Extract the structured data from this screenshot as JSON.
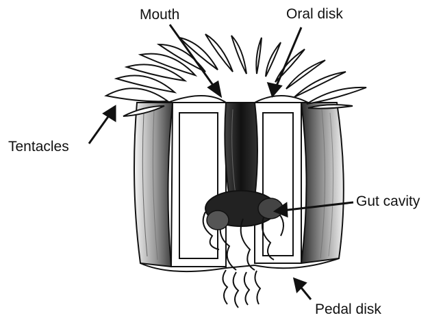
{
  "labels": {
    "mouth": "Mouth",
    "oral_disk": "Oral disk",
    "tentacles": "Tentacles",
    "gut_cavity": "Gut cavity",
    "pedal_disk": "Pedal disk"
  },
  "colors": {
    "ink": "#111111",
    "background": "#ffffff"
  }
}
